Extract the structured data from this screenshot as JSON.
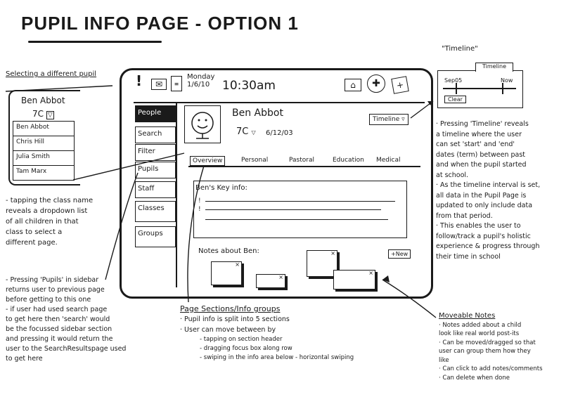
{
  "title": "PUPIL INFO PAGE - OPTION 1",
  "tablet": {
    "date_day": "Monday",
    "date": "1/6/10",
    "time": "10:30am",
    "sidebar": [
      "People",
      "Search",
      "Filter",
      "Pupils",
      "Staff",
      "Classes",
      "Groups"
    ],
    "pupil_name": "Ben Abbot",
    "class": "7C",
    "dob": "6/12/03",
    "timeline_button": "Timeline",
    "tabs": [
      "Overview",
      "Personal",
      "Pastoral",
      "Education",
      "Medical"
    ],
    "key_info_label": "Ben's Key info:",
    "notes_label": "Notes about Ben:",
    "new_button": "+New",
    "plus": "+"
  },
  "picker": {
    "heading": "Selecting a different pupil",
    "name": "Ben Abbot",
    "class": "7C",
    "options": [
      "Ben Abbot",
      "Chris Hill",
      "Julia Smith",
      "Tam Marx"
    ]
  },
  "timeline_widget": {
    "heading": "\"Timeline\"",
    "tab": "Timeline",
    "start": "Sep05",
    "end": "Now",
    "clear": "Clear"
  },
  "annotations": {
    "picker_note": [
      "- tapping the class name",
      "reveals a dropdown list",
      "of all children in that",
      "class to select a",
      "different page."
    ],
    "pupils_note": [
      "- Pressing 'Pupils' in sidebar",
      "returns user to previous page",
      "before getting to this one",
      "- if user had used search page",
      "to get here then 'search' would",
      "be the focussed sidebar section",
      "and pressing it would return the",
      "user to the SearchResultspage used",
      "to get here"
    ],
    "sections_heading": "Page Sections/Info groups",
    "sections_note": [
      "· Pupil info is split into 5 sections",
      "· User can move between by",
      "- tapping on section header",
      "- dragging focus box along row",
      "- swiping in the info area below - horizontal swiping"
    ],
    "timeline_note": [
      "· Pressing 'Timeline' reveals",
      "a timeline where the user",
      "can set 'start' and 'end'",
      "dates (term) between past",
      "and when the pupil started",
      "at school.",
      "· As the timeline interval is set,",
      "all data in the Pupil Page is",
      "updated to only include data",
      "from that period.",
      "· This enables the user to",
      "follow/track a pupil's holistic",
      "experience & progress through",
      "their time in school"
    ],
    "notes_heading": "Moveable Notes",
    "notes_note": [
      "· Notes added about a child",
      "look like real world post-its",
      "· Can be moved/dragged so that",
      "user can group them how they",
      "like",
      "· Can click to add notes/comments",
      "· Can delete when done"
    ]
  }
}
